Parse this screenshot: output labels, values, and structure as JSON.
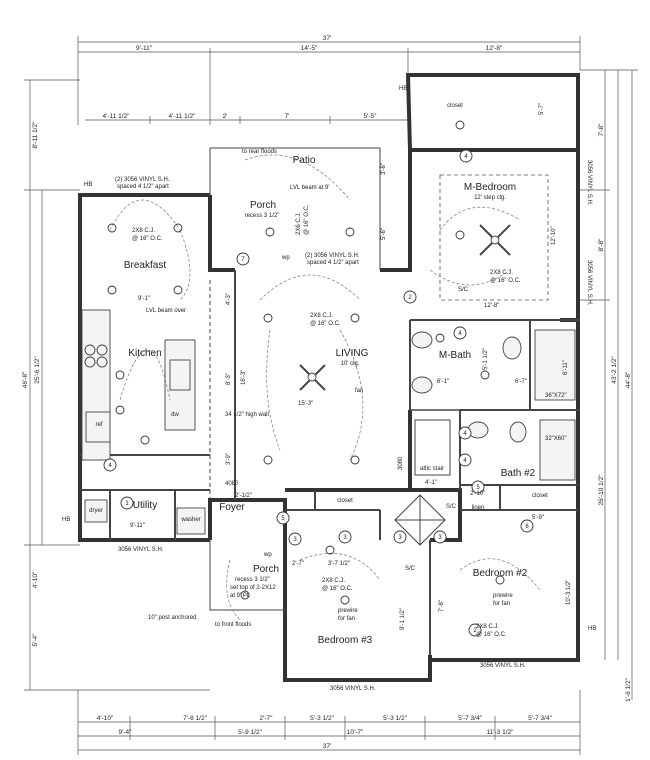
{
  "overall": {
    "top_width": "37'",
    "bottom_width": "37'",
    "left_depth": "46'-8\"",
    "left_partial": "25'-6 1/2\"",
    "right_depth": "44'-8\"",
    "right_partial": "43'-2 1/2\"",
    "right_lower": "26'-10 1/2\"",
    "bottom_right_small": "1'-6 1/2\""
  },
  "dims_top_row1": [
    "9'-11\"",
    "14'-5\"",
    "12'-8\""
  ],
  "dims_top_row2": [
    "4'-11 1/2\"",
    "4'-11 1/2\"",
    "2'",
    "7'",
    "5'-5\""
  ],
  "dims_bottom_row1": [
    "4'-10\"",
    "7'-8 1/2\"",
    "2'-7\"",
    "5'-3 1/2\"",
    "5'-3 1/2\"",
    "5'-7 3/4\"",
    "5'-7 3/4\""
  ],
  "dims_bottom_row2": [
    "9'-4\"",
    "5'-9 1/2\"",
    "10'-7\"",
    "11'-3 1/2\""
  ],
  "dims_left": [
    "8'-11 1/2\"",
    "4'-10\"",
    "5'-4\""
  ],
  "dims_right": [
    "7'-8\"",
    "8'-8\""
  ],
  "rooms": {
    "patio": "Patio",
    "porch_rear": "Porch",
    "porch_rear_note": "recess 3 1/2\"",
    "breakfast": "Breakfast",
    "kitchen": "Kitchen",
    "living": "LIVING",
    "living_clg": "10' clg.",
    "m_bedroom": "M-Bedroom",
    "m_bedroom_clg": "12' step clg.",
    "m_bath": "M-Bath",
    "bath2": "Bath #2",
    "utility": "Utility",
    "foyer": "Foyer",
    "porch_front": "Porch",
    "bedroom2": "Bedroom #2",
    "bedroom3": "Bedroom #3",
    "closet": "closet",
    "linen": "linen",
    "attic_stair": "attic stair",
    "dryer": "dryer",
    "washer": "washer",
    "ref": "ref",
    "dw": "dw"
  },
  "notes": {
    "rear_floods": "to rear floods",
    "lvl_beam_9": "LVL beam at 9'",
    "windows_left_top": "(2) 3056 VINYL S.H.",
    "windows_left_top2": "spaced 4 1/2\" apart",
    "windows_porch": "(2) 3056 VINYL S.H.",
    "windows_porch2": "spaced 4 1/2\" apart",
    "cj_16": "2X8 C.J.",
    "cj_16b": "@ 16\" O.C.",
    "cj_6": "2X6 C.J.",
    "cj_6b": "@ 16\" O.C.",
    "lvl_beam_over": "LVL beam over",
    "high_wall": "34 1/2\" high wall",
    "front_door": "4080",
    "window_left_bottom": "3056 VINYL S.H.",
    "window_bed3": "3056 VINYL S.H.",
    "window_bed2": "3056 VINYL S.H.",
    "window_mbed_side": "3056 VINYL S.H.",
    "window_mbed_side2": "3056 VINYL S.H.",
    "front_porch_note1": "recess 3 1/2\"",
    "front_porch_note2": "set top of 2-2X12",
    "front_porch_note3": "at 9' PL",
    "post": "10\" post anchored",
    "front_floods": "to front floods",
    "prewire_fan": "prewire",
    "prewire_fan2": "for fan",
    "shower1": "36\"X72\"",
    "shower2": "32\"X60\"",
    "door_3080": "3080",
    "hb": "HB",
    "wp": "wp",
    "sc": "S/C",
    "fan": "fan"
  },
  "interior_dims": {
    "breakfast_w": "9'-1\"",
    "utility_w": "9'-11\"",
    "living_w": "15'-3\"",
    "living_h": "16'-3\"",
    "mbed_w": "12'-8\"",
    "mbed_h": "12'-10\"",
    "kitchen_h": "8'-3\"",
    "kitchen_h2": "4'-3\"",
    "kitchen_h3": "3'-9\"",
    "bed3_w": "2'-7\"",
    "bed3_w2": "3'-7 1/2\"",
    "bed3_h": "9'-1 1/2\"",
    "bed2_h": "10'-3 1/2\"",
    "bed2_side": "7'-8\"",
    "bath2_w": "2'-10\"",
    "bath2_w2": "5'-9\"",
    "mbath_w": "6'-1\"",
    "mbath_w2": "6'-7\"",
    "mbath_h": "5'-1 1/2\"",
    "mbath_h2": "6'-11\"",
    "foyer_w": "2'-1/2\"",
    "stair_w": "4'-1\"",
    "closet_h": "5'-7\"",
    "porch_h": "3'-6\"",
    "porch_h2": "5'-6\""
  },
  "tags": [
    "1",
    "2",
    "3",
    "4",
    "5",
    "6",
    "7"
  ]
}
